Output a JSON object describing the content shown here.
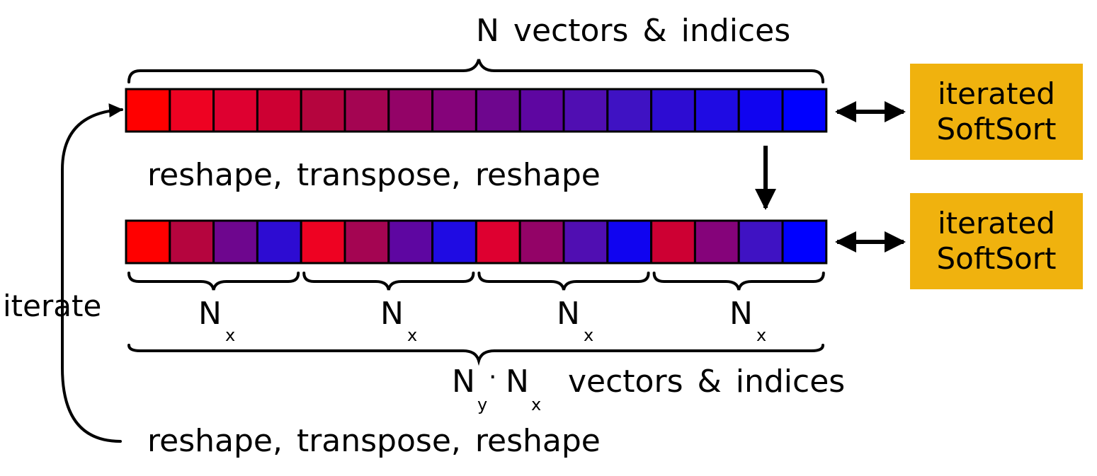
{
  "labels": {
    "top_count": "N vectors & indices",
    "reshape_middle": "reshape, transpose, reshape",
    "reshape_bottom": "reshape, transpose, reshape",
    "iterate": "iterate",
    "group_symbol": "N",
    "group_subscript": "x",
    "bottom_count_n": "N",
    "bottom_count_y": "y",
    "bottom_count_dot": "·",
    "bottom_count_n2": "N",
    "bottom_count_x": "x",
    "bottom_count_rest": "vectors & indices"
  },
  "boxes": [
    {
      "line1": "iterated",
      "line2": "SoftSort"
    },
    {
      "line1": "iterated",
      "line2": "SoftSort"
    }
  ],
  "rows": {
    "top_colors": [
      "#ff0000",
      "#ee0222",
      "#de0030",
      "#cd0033",
      "#b5053e",
      "#a40552",
      "#930367",
      "#85037a",
      "#6e068e",
      "#5e06a1",
      "#500eb2",
      "#3f12c3",
      "#2d0cd2",
      "#1f0be3",
      "#1004f0",
      "#0000ff"
    ],
    "bottom_colors": [
      "#ff0000",
      "#b5053e",
      "#6e068e",
      "#2d0cd2",
      "#ee0222",
      "#a40552",
      "#5e06a1",
      "#1f0be3",
      "#de0030",
      "#930367",
      "#500eb2",
      "#1004f0",
      "#cd0033",
      "#85037a",
      "#3f12c3",
      "#0000ff"
    ],
    "group_count": 4
  }
}
